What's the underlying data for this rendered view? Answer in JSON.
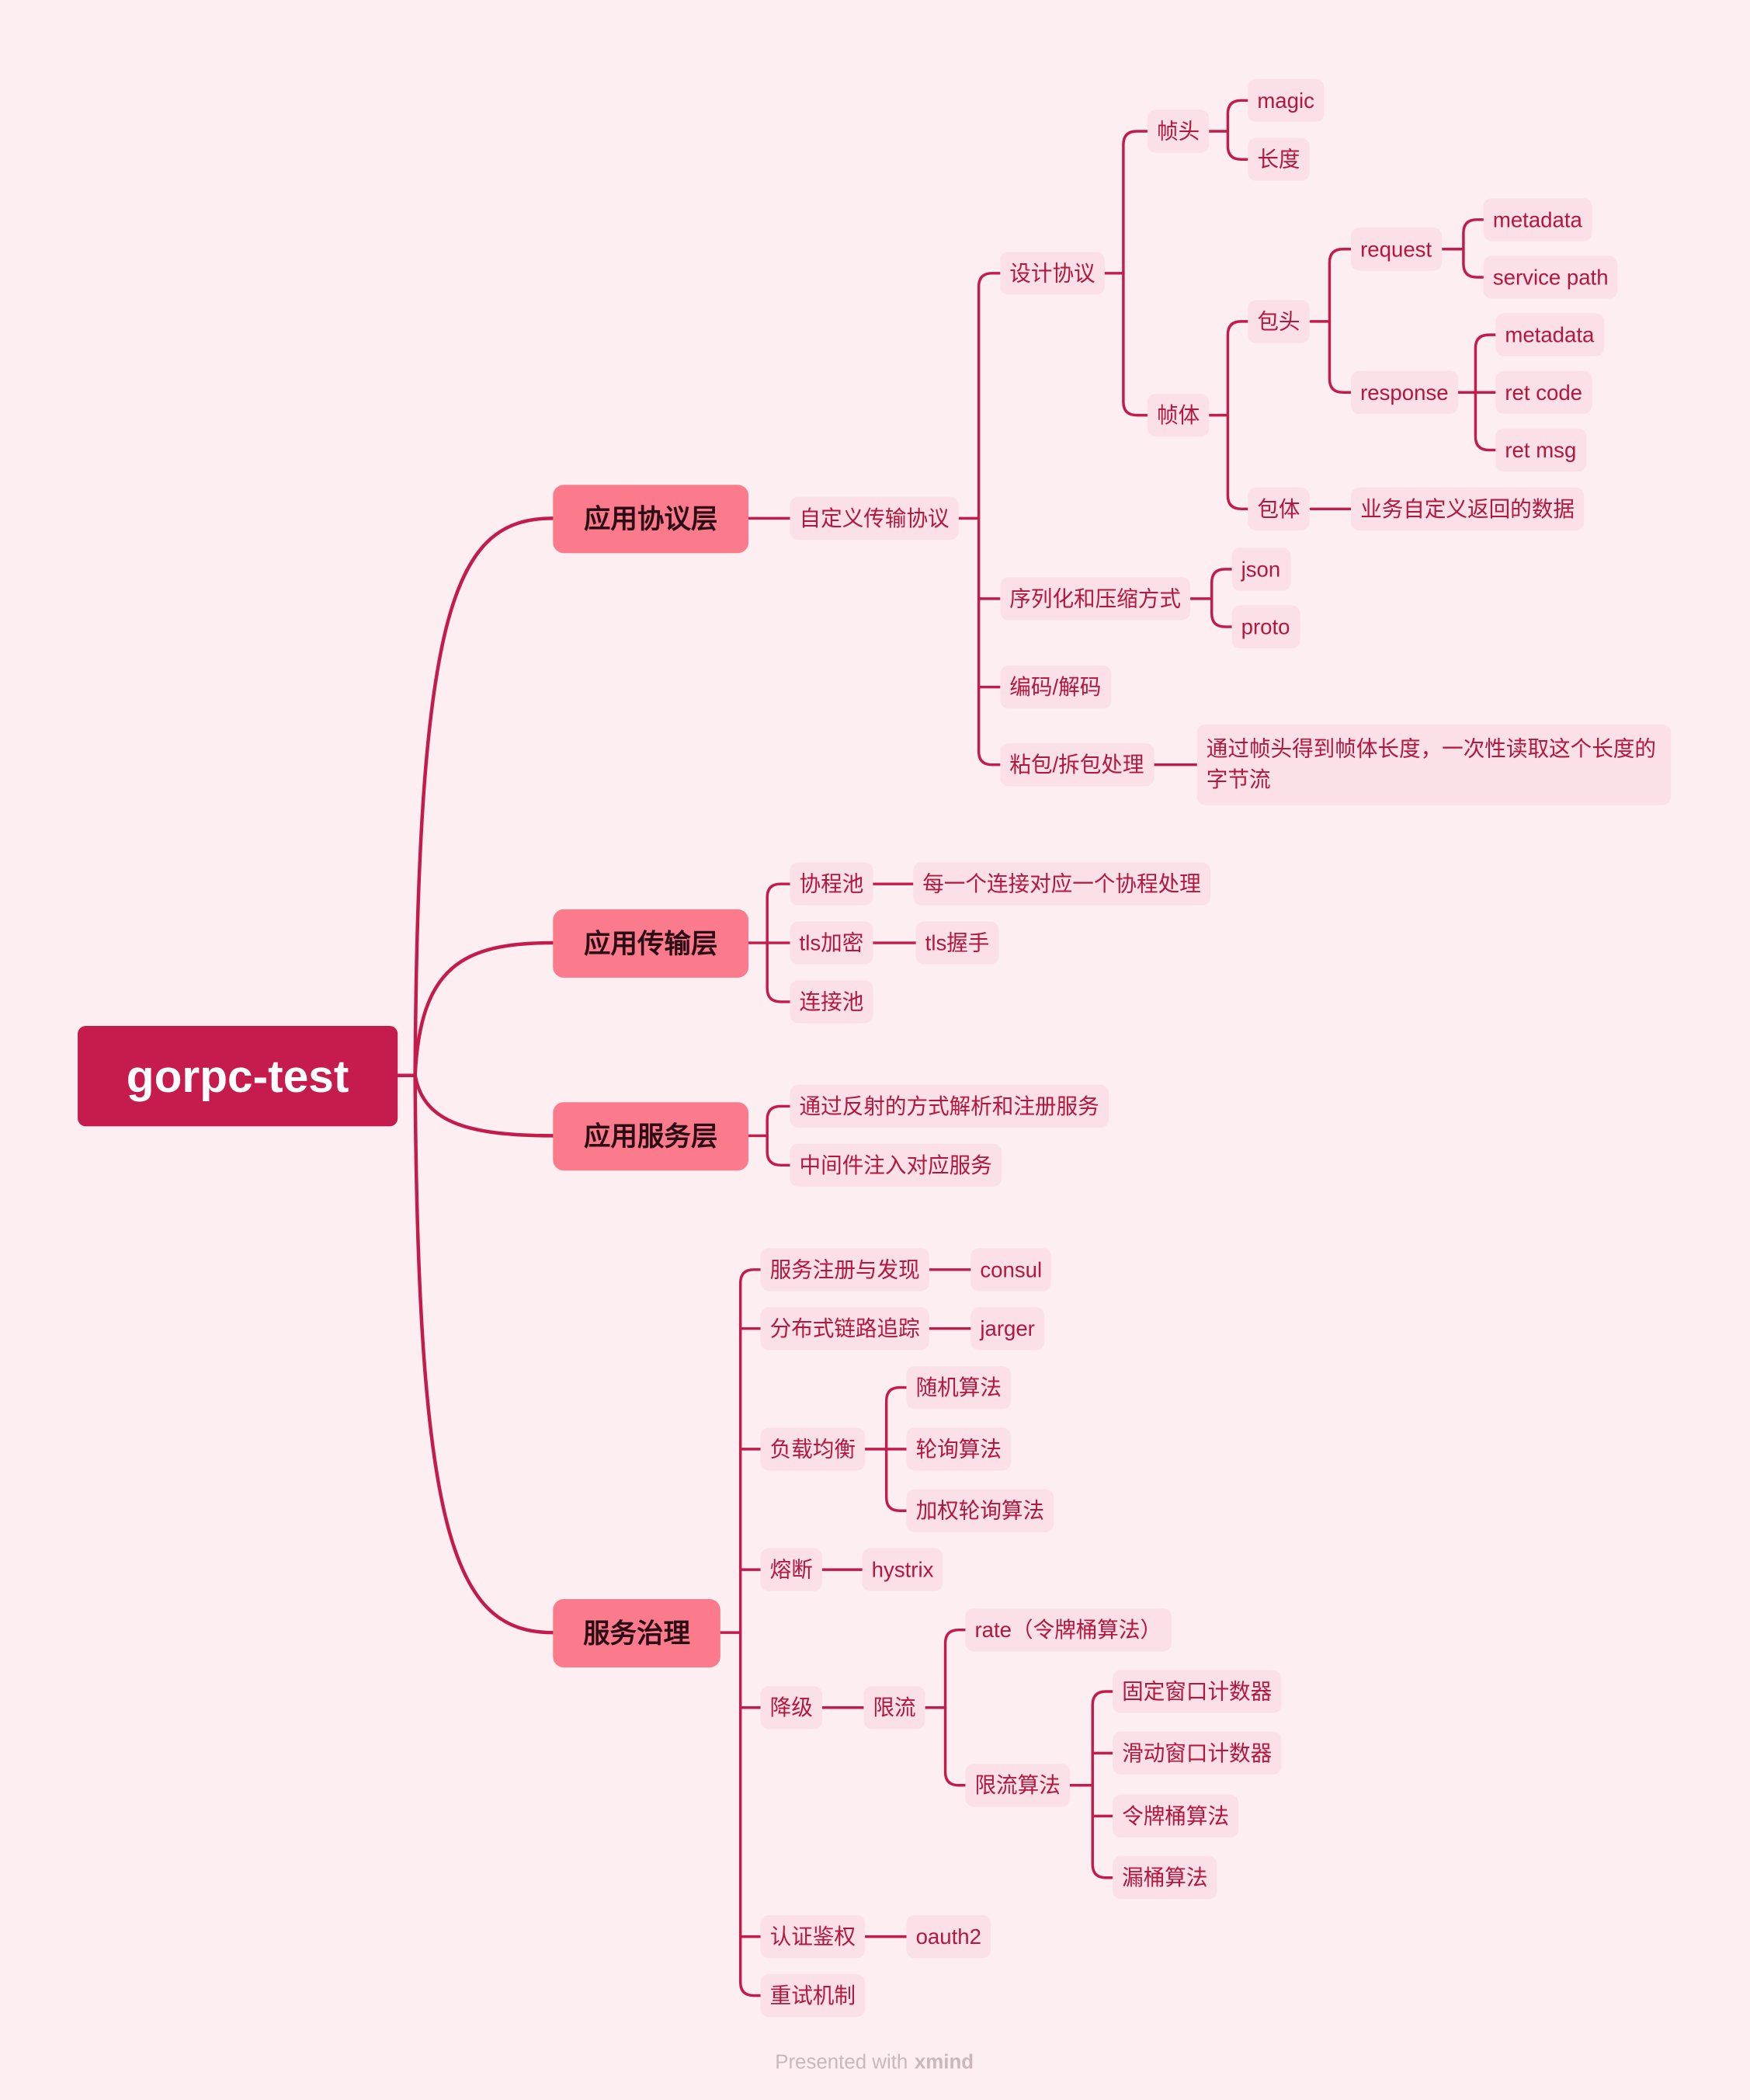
{
  "root": {
    "label": "gorpc-test"
  },
  "protocol_layer": {
    "label": "应用协议层",
    "custom_protocol": {
      "label": "自定义传输协议",
      "design": {
        "label": "设计协议",
        "frame_header": {
          "label": "帧头",
          "items": [
            "magic",
            "长度"
          ]
        },
        "frame_body": {
          "label": "帧体",
          "packet_header": {
            "label": "包头",
            "request": {
              "label": "request",
              "items": [
                "metadata",
                "service path"
              ]
            },
            "response": {
              "label": "response",
              "items": [
                "metadata",
                "ret code",
                "ret msg"
              ]
            }
          },
          "packet_body": {
            "label": "包体",
            "detail": "业务自定义返回的数据"
          }
        }
      },
      "serialization": {
        "label": "序列化和压缩方式",
        "items": [
          "json",
          "proto"
        ]
      },
      "codec": {
        "label": "编码/解码"
      },
      "framing": {
        "label": "粘包/拆包处理",
        "detail_lines": [
          "通过帧头得到帧体长度，一次性读取这个长度的",
          "字节流"
        ]
      }
    }
  },
  "transport_layer": {
    "label": "应用传输层",
    "coroutine_pool": {
      "label": "协程池",
      "detail": "每一个连接对应一个协程处理"
    },
    "tls": {
      "label": "tls加密",
      "detail": "tls握手"
    },
    "connection_pool": {
      "label": "连接池"
    }
  },
  "service_layer": {
    "label": "应用服务层",
    "items": [
      "通过反射的方式解析和注册服务",
      "中间件注入对应服务"
    ]
  },
  "governance": {
    "label": "服务治理",
    "registry": {
      "label": "服务注册与发现",
      "detail": "consul"
    },
    "tracing": {
      "label": "分布式链路追踪",
      "detail": "jarger"
    },
    "load_balancing": {
      "label": "负载均衡",
      "items": [
        "随机算法",
        "轮询算法",
        "加权轮询算法"
      ]
    },
    "circuit_breaker": {
      "label": "熔断",
      "detail": "hystrix"
    },
    "degradation": {
      "label": "降级",
      "rate_limiting": {
        "label": "限流",
        "rate": {
          "label": "rate（令牌桶算法）"
        },
        "algorithms": {
          "label": "限流算法",
          "items": [
            "固定窗口计数器",
            "滑动窗口计数器",
            "令牌桶算法",
            "漏桶算法"
          ]
        }
      }
    },
    "auth": {
      "label": "认证鉴权",
      "detail": "oauth2"
    },
    "retry": {
      "label": "重试机制"
    }
  },
  "footer": {
    "prefix": "Presented with",
    "brand": "xmind"
  },
  "colors": {
    "background": "#fdeef1",
    "root_fill": "#c51b4d",
    "topic_fill": "#fb7a8c",
    "chip_fill": "#fbe1e7",
    "line": "#c31b4b",
    "subtopic_text": "#b1173f"
  }
}
